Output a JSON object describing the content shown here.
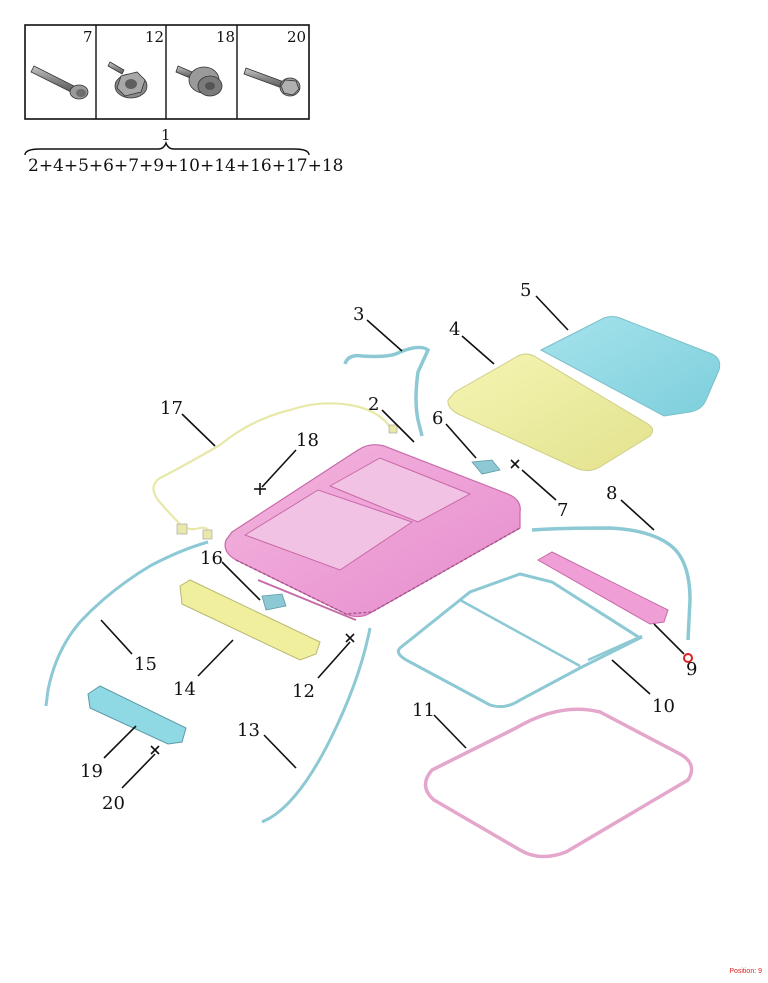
{
  "colors": {
    "frame_pink": "#ef9ed6",
    "glass_blue": "#8fd9e4",
    "glass_yellow": "#efef9e",
    "cable_blue": "#8cc9d4",
    "cable_yellow": "#e8e8a8",
    "seal_pink": "#e5a6cc",
    "highlight_red": "#e02020"
  },
  "hardware_table": {
    "cells": [
      {
        "label": "7",
        "icon": "bolt-icon"
      },
      {
        "label": "12",
        "icon": "flange-nut-icon"
      },
      {
        "label": "18",
        "icon": "stud-nut-icon"
      },
      {
        "label": "20",
        "icon": "flange-bolt-icon"
      }
    ],
    "assembly_label": "1",
    "assembly_formula": "2+4+5+6+7+9+10+14+16+17+18"
  },
  "callouts": [
    {
      "label": "2"
    },
    {
      "label": "3"
    },
    {
      "label": "4"
    },
    {
      "label": "5"
    },
    {
      "label": "6"
    },
    {
      "label": "7"
    },
    {
      "label": "8"
    },
    {
      "label": "9"
    },
    {
      "label": "10"
    },
    {
      "label": "11"
    },
    {
      "label": "12"
    },
    {
      "label": "13"
    },
    {
      "label": "14"
    },
    {
      "label": "15"
    },
    {
      "label": "16"
    },
    {
      "label": "17"
    },
    {
      "label": "18"
    },
    {
      "label": "19"
    },
    {
      "label": "20"
    }
  ],
  "position_text": "Position: 9"
}
